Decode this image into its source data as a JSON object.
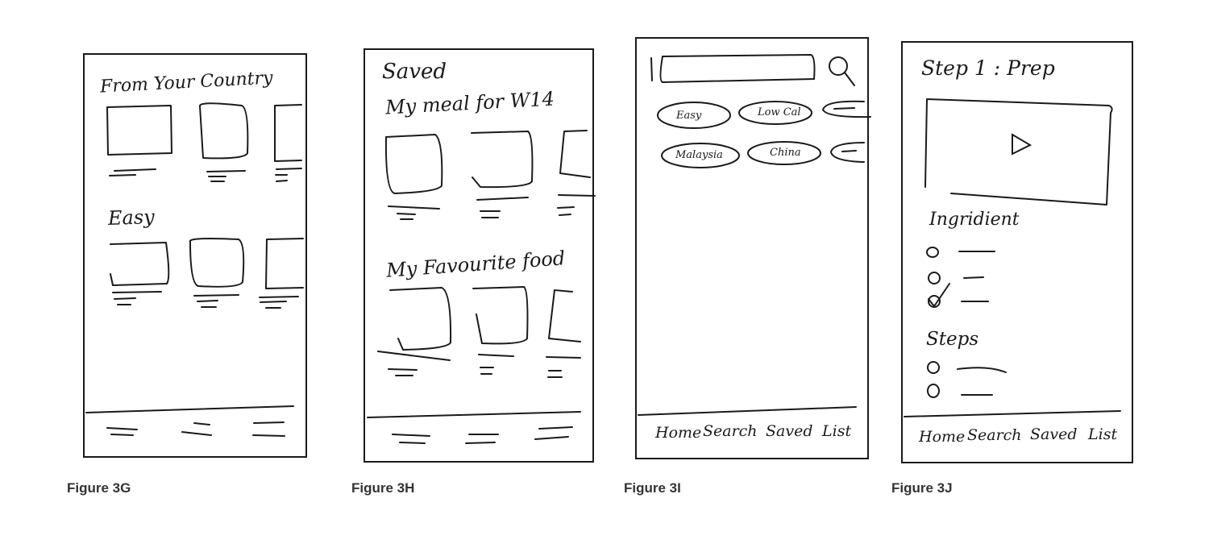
{
  "figures": [
    {
      "caption": "Figure 3G",
      "sections": [
        {
          "title": "From Your Country"
        },
        {
          "title": "Easy"
        }
      ]
    },
    {
      "caption": "Figure 3H",
      "screen_title": "Saved",
      "sections": [
        {
          "title": "My meal for W14"
        },
        {
          "title": "My Favourite food"
        }
      ]
    },
    {
      "caption": "Figure 3I",
      "chips_row1": [
        "Easy",
        "Low Cal"
      ],
      "chips_row2": [
        "Malaysia",
        "China"
      ],
      "nav": [
        "Home",
        "Search",
        "Saved",
        "List"
      ]
    },
    {
      "caption": "Figure 3J",
      "screen_title": "Step 1 : Prep",
      "ingredient_heading": "Ingridient",
      "steps_heading": "Steps",
      "nav": [
        "Home",
        "Search",
        "Saved",
        "List"
      ]
    }
  ]
}
